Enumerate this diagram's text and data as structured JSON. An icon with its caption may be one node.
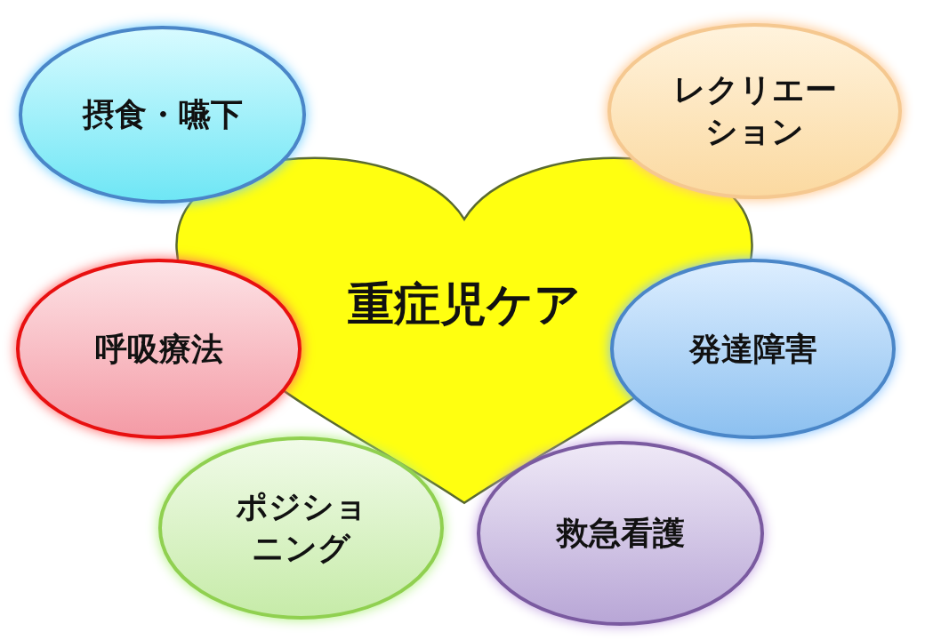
{
  "diagram": {
    "nodes": [
      {
        "text": [
          "重症児ケア"
        ]
      },
      {
        "text": [
          "摂食・嚥下"
        ]
      },
      {
        "text": [
          "レクリエーション"
        ]
      },
      {
        "text": [
          "呼吸療法"
        ]
      },
      {
        "text": [
          "発達障害"
        ]
      },
      {
        "text": [
          "ポジショニング"
        ]
      },
      {
        "text": [
          "救急看護"
        ]
      }
    ]
  }
}
